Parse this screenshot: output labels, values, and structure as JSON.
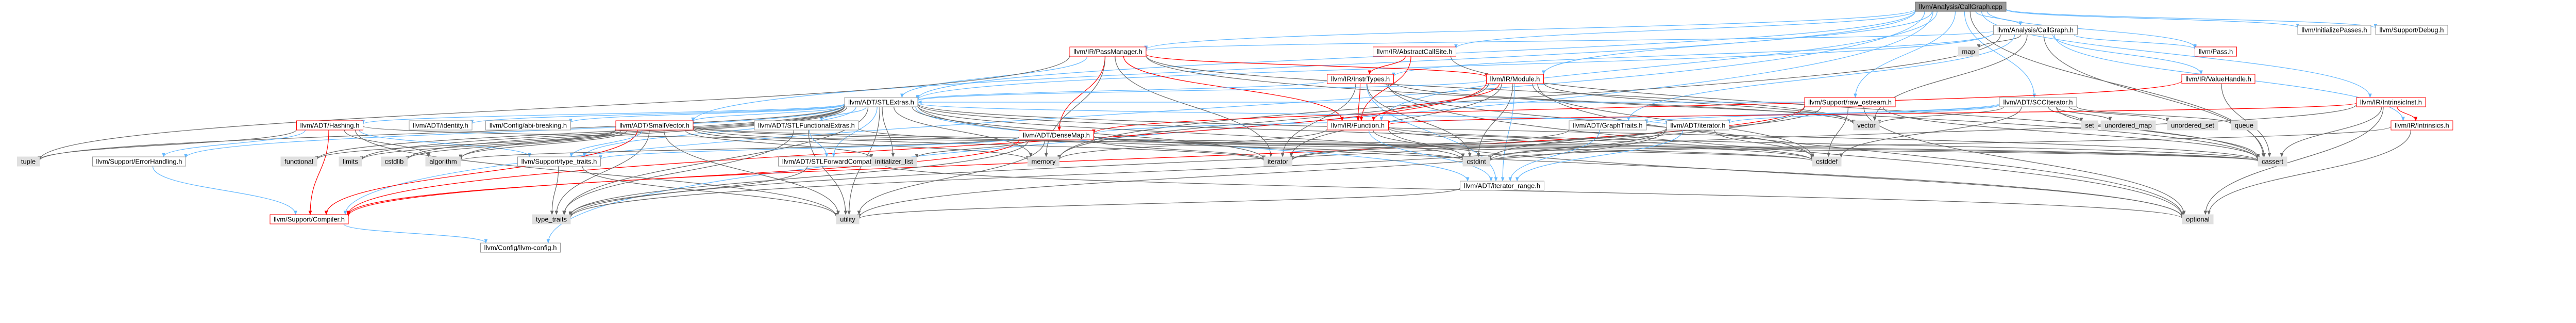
{
  "colors": {
    "root_fill": "#999999",
    "default_fill": "#ffffff",
    "default_stroke": "#999999",
    "red_text": "#ff0000",
    "gray_fill": "#e0e0e0",
    "edge_default": "#63b8ff",
    "edge_red": "#ff0000",
    "edge_gray": "#666666"
  },
  "nodes": [
    {
      "id": "root",
      "label": "llvm/Analysis/CallGraph.cpp",
      "style": "root"
    },
    {
      "id": "cg_h",
      "label": "llvm/Analysis/CallGraph.h",
      "style": "default"
    },
    {
      "id": "init_passes",
      "label": "llvm/InitializePasses.h",
      "style": "default"
    },
    {
      "id": "debug",
      "label": "llvm/Support/Debug.h",
      "style": "default"
    },
    {
      "id": "pass_h",
      "label": "llvm/Pass.h",
      "style": "red"
    },
    {
      "id": "pm",
      "label": "llvm/IR/PassManager.h",
      "style": "red"
    },
    {
      "id": "map",
      "label": "map",
      "style": "gray"
    },
    {
      "id": "abstract_cs",
      "label": "llvm/IR/AbstractCallSite.h",
      "style": "red"
    },
    {
      "id": "value_handle",
      "label": "llvm/IR/ValueHandle.h",
      "style": "red"
    },
    {
      "id": "intrinsic_inst",
      "label": "llvm/IR/IntrinsicInst.h",
      "style": "red"
    },
    {
      "id": "instr_types",
      "label": "llvm/IR/InstrTypes.h",
      "style": "red"
    },
    {
      "id": "module",
      "label": "llvm/IR/Module.h",
      "style": "red"
    },
    {
      "id": "raw_ostream",
      "label": "llvm/Support/raw_ostream.h",
      "style": "red"
    },
    {
      "id": "scc_iter",
      "label": "llvm/ADT/SCCIterator.h",
      "style": "default"
    },
    {
      "id": "stl_extras",
      "label": "llvm/ADT/STLExtras.h",
      "style": "default"
    },
    {
      "id": "intrinsics",
      "label": "llvm/IR/Intrinsics.h",
      "style": "red"
    },
    {
      "id": "hashing",
      "label": "llvm/ADT/Hashing.h",
      "style": "red"
    },
    {
      "id": "identity",
      "label": "llvm/ADT/identity.h",
      "style": "default"
    },
    {
      "id": "cfg_breaking",
      "label": "llvm/Config/abi-breaking.h",
      "style": "default"
    },
    {
      "id": "small_vector",
      "label": "llvm/ADT/SmallVector.h",
      "style": "red"
    },
    {
      "id": "stl_functional",
      "label": "llvm/ADT/STLFunctionalExtras.h",
      "style": "default"
    },
    {
      "id": "dense_map",
      "label": "llvm/ADT/DenseMap.h",
      "style": "red"
    },
    {
      "id": "function",
      "label": "llvm/IR/Function.h",
      "style": "red"
    },
    {
      "id": "graph_traits",
      "label": "llvm/ADT/GraphTraits.h",
      "style": "default"
    },
    {
      "id": "adt_iterator",
      "label": "llvm/ADT/iterator.h",
      "style": "default"
    },
    {
      "id": "vector",
      "label": "vector",
      "style": "gray"
    },
    {
      "id": "set",
      "label": "set",
      "style": "gray"
    },
    {
      "id": "unordered_map",
      "label": "unordered_map",
      "style": "gray"
    },
    {
      "id": "unordered_set",
      "label": "unordered_set",
      "style": "gray"
    },
    {
      "id": "queue",
      "label": "queue",
      "style": "gray"
    },
    {
      "id": "tuple",
      "label": "tuple",
      "style": "gray"
    },
    {
      "id": "error_handling",
      "label": "llvm/Support/ErrorHandling.h",
      "style": "default"
    },
    {
      "id": "functional",
      "label": "functional",
      "style": "gray"
    },
    {
      "id": "limits",
      "label": "limits",
      "style": "gray"
    },
    {
      "id": "cstdlib",
      "label": "cstdlib",
      "style": "gray"
    },
    {
      "id": "algorithm",
      "label": "algorithm",
      "style": "gray"
    },
    {
      "id": "type_traits_h",
      "label": "llvm/Support/type_traits.h",
      "style": "default"
    },
    {
      "id": "stl_forward",
      "label": "llvm/ADT/STLForwardCompat.h",
      "style": "default"
    },
    {
      "id": "init_list",
      "label": "initializer_list",
      "style": "gray"
    },
    {
      "id": "memory",
      "label": "memory",
      "style": "gray"
    },
    {
      "id": "iterator",
      "label": "iterator",
      "style": "gray"
    },
    {
      "id": "cstdint",
      "label": "cstdint",
      "style": "gray"
    },
    {
      "id": "iter_range",
      "label": "llvm/ADT/iterator_range.h",
      "style": "default"
    },
    {
      "id": "cstddef",
      "label": "cstddef",
      "style": "gray"
    },
    {
      "id": "cassert",
      "label": "cassert",
      "style": "gray"
    },
    {
      "id": "compiler",
      "label": "llvm/Support/Compiler.h",
      "style": "red"
    },
    {
      "id": "type_traits",
      "label": "type_traits",
      "style": "gray"
    },
    {
      "id": "utility",
      "label": "utility",
      "style": "gray"
    },
    {
      "id": "optional",
      "label": "optional",
      "style": "gray"
    },
    {
      "id": "llvm_config",
      "label": "llvm/Config/llvm-config.h",
      "style": "default"
    }
  ],
  "edges": [
    [
      "root",
      "cg_h"
    ],
    [
      "root",
      "init_passes"
    ],
    [
      "root",
      "debug"
    ],
    [
      "root",
      "pass_h"
    ],
    [
      "root",
      "pm"
    ],
    [
      "root",
      "abstract_cs"
    ],
    [
      "root",
      "module"
    ],
    [
      "root",
      "function"
    ],
    [
      "root",
      "intrinsic_inst"
    ],
    [
      "root",
      "raw_ostream"
    ],
    [
      "root",
      "scc_iter"
    ],
    [
      "root",
      "stl_extras"
    ],
    [
      "root",
      "small_vector"
    ],
    [
      "root",
      "compiler"
    ],
    [
      "root",
      "llvm_config"
    ],
    [
      "root",
      "cassert"
    ],
    [
      "cg_h",
      "pm"
    ],
    [
      "cg_h",
      "map"
    ],
    [
      "cg_h",
      "pass_h"
    ],
    [
      "cg_h",
      "value_handle"
    ],
    [
      "cg_h",
      "intrinsics"
    ],
    [
      "cg_h",
      "memory"
    ],
    [
      "cg_h",
      "vector"
    ],
    [
      "cg_h",
      "cassert"
    ],
    [
      "cg_h",
      "instr_types"
    ],
    [
      "cg_h",
      "graph_traits"
    ],
    [
      "cg_h",
      "stl_extras"
    ],
    [
      "pm",
      "stl_extras"
    ],
    [
      "pm",
      "dense_map"
    ],
    [
      "pm",
      "tuple"
    ],
    [
      "pm",
      "module"
    ],
    [
      "pm",
      "function"
    ],
    [
      "pm",
      "iterator"
    ],
    [
      "pm",
      "memory"
    ],
    [
      "pm",
      "vector"
    ],
    [
      "pm",
      "cassert"
    ],
    [
      "pm",
      "cstring_dummy"
    ],
    [
      "abstract_cs",
      "instr_types"
    ],
    [
      "abstract_cs",
      "function"
    ],
    [
      "abstract_cs",
      "cassert"
    ],
    [
      "instr_types",
      "stl_extras"
    ],
    [
      "instr_types",
      "function"
    ],
    [
      "instr_types",
      "iterator"
    ],
    [
      "instr_types",
      "cstddef"
    ],
    [
      "instr_types",
      "cstdint"
    ],
    [
      "instr_types",
      "optional"
    ],
    [
      "instr_types",
      "vector"
    ],
    [
      "instr_types",
      "iter_range"
    ],
    [
      "module",
      "stl_extras"
    ],
    [
      "module",
      "function"
    ],
    [
      "module",
      "iter_range"
    ],
    [
      "module",
      "cstddef"
    ],
    [
      "module",
      "cstdint"
    ],
    [
      "module",
      "iterator"
    ],
    [
      "module",
      "memory"
    ],
    [
      "module",
      "optional"
    ],
    [
      "module",
      "vector"
    ],
    [
      "module",
      "compiler"
    ],
    [
      "raw_ostream",
      "stl_extras"
    ],
    [
      "raw_ostream",
      "compiler"
    ],
    [
      "raw_ostream",
      "cassert"
    ],
    [
      "raw_ostream",
      "cstddef"
    ],
    [
      "raw_ostream",
      "cstdint"
    ],
    [
      "raw_ostream",
      "optional"
    ],
    [
      "raw_ostream",
      "type_traits"
    ],
    [
      "scc_iter",
      "graph_traits"
    ],
    [
      "scc_iter",
      "adt_iterator"
    ],
    [
      "scc_iter",
      "cassert"
    ],
    [
      "scc_iter",
      "cstddef"
    ],
    [
      "scc_iter",
      "set"
    ],
    [
      "scc_iter",
      "unordered_map"
    ],
    [
      "scc_iter",
      "unordered_set"
    ],
    [
      "scc_iter",
      "queue"
    ],
    [
      "scc_iter",
      "vector"
    ],
    [
      "scc_iter",
      "dense_map"
    ],
    [
      "value_handle",
      "cassert"
    ],
    [
      "value_handle",
      "dense_map"
    ],
    [
      "intrinsic_inst",
      "intrinsics"
    ],
    [
      "intrinsic_inst",
      "function"
    ],
    [
      "intrinsic_inst",
      "cassert"
    ],
    [
      "intrinsic_inst",
      "cstdint"
    ],
    [
      "intrinsic_inst",
      "optional"
    ],
    [
      "intrinsics",
      "optional"
    ],
    [
      "intrinsics",
      "cstdint"
    ],
    [
      "stl_extras",
      "hashing"
    ],
    [
      "stl_extras",
      "identity"
    ],
    [
      "stl_extras",
      "cfg_breaking"
    ],
    [
      "stl_extras",
      "small_vector"
    ],
    [
      "stl_extras",
      "stl_functional"
    ],
    [
      "stl_extras",
      "stl_forward"
    ],
    [
      "stl_extras",
      "adt_iterator"
    ],
    [
      "stl_extras",
      "iter_range"
    ],
    [
      "stl_extras",
      "error_handling"
    ],
    [
      "stl_extras",
      "algorithm"
    ],
    [
      "stl_extras",
      "cassert"
    ],
    [
      "stl_extras",
      "cstddef"
    ],
    [
      "stl_extras",
      "cstdint"
    ],
    [
      "stl_extras",
      "cstdlib"
    ],
    [
      "stl_extras",
      "functional"
    ],
    [
      "stl_extras",
      "init_list"
    ],
    [
      "stl_extras",
      "iterator"
    ],
    [
      "stl_extras",
      "limits"
    ],
    [
      "stl_extras",
      "memory"
    ],
    [
      "stl_extras",
      "optional"
    ],
    [
      "stl_extras",
      "tuple"
    ],
    [
      "stl_extras",
      "type_traits"
    ],
    [
      "stl_extras",
      "utility"
    ],
    [
      "stl_extras",
      "type_traits_h"
    ],
    [
      "hashing",
      "error_handling"
    ],
    [
      "hashing",
      "type_traits_h"
    ],
    [
      "hashing",
      "algorithm"
    ],
    [
      "hashing",
      "cassert"
    ],
    [
      "hashing",
      "cstring_dummy2"
    ],
    [
      "hashing",
      "tuple"
    ],
    [
      "hashing",
      "utility"
    ],
    [
      "hashing",
      "compiler"
    ],
    [
      "small_vector",
      "compiler"
    ],
    [
      "small_vector",
      "type_traits_h"
    ],
    [
      "small_vector",
      "algorithm"
    ],
    [
      "small_vector",
      "cassert"
    ],
    [
      "small_vector",
      "cstddef"
    ],
    [
      "small_vector",
      "cstdlib"
    ],
    [
      "small_vector",
      "functional"
    ],
    [
      "small_vector",
      "init_list"
    ],
    [
      "small_vector",
      "iterator"
    ],
    [
      "small_vector",
      "limits"
    ],
    [
      "small_vector",
      "memory"
    ],
    [
      "small_vector",
      "type_traits"
    ],
    [
      "small_vector",
      "utility"
    ],
    [
      "stl_functional",
      "stl_forward"
    ],
    [
      "stl_functional",
      "type_traits"
    ],
    [
      "stl_functional",
      "utility"
    ],
    [
      "stl_functional",
      "cstdint"
    ],
    [
      "stl_forward",
      "optional"
    ],
    [
      "stl_forward",
      "type_traits"
    ],
    [
      "dense_map",
      "compiler"
    ],
    [
      "dense_map",
      "type_traits_h"
    ],
    [
      "dense_map",
      "algorithm"
    ],
    [
      "dense_map",
      "cassert"
    ],
    [
      "dense_map",
      "cstddef"
    ],
    [
      "dense_map",
      "init_list"
    ],
    [
      "dense_map",
      "iterator"
    ],
    [
      "dense_map",
      "new_dummy"
    ],
    [
      "dense_map",
      "type_traits"
    ],
    [
      "dense_map",
      "utility"
    ],
    [
      "function",
      "iter_range"
    ],
    [
      "function",
      "cstddef"
    ],
    [
      "function",
      "cstdint"
    ],
    [
      "function",
      "memory"
    ],
    [
      "function",
      "optional"
    ],
    [
      "function",
      "cassert"
    ],
    [
      "graph_traits",
      "iter_range"
    ],
    [
      "graph_traits",
      "iterator"
    ],
    [
      "adt_iterator",
      "iter_range"
    ],
    [
      "adt_iterator",
      "cstddef"
    ],
    [
      "adt_iterator",
      "iterator"
    ],
    [
      "adt_iterator",
      "type_traits"
    ],
    [
      "adt_iterator",
      "utility"
    ],
    [
      "iter_range",
      "utility"
    ],
    [
      "type_traits_h",
      "type_traits"
    ],
    [
      "type_traits_h",
      "utility"
    ],
    [
      "error_handling",
      "compiler"
    ],
    [
      "compiler",
      "llvm_config"
    ]
  ]
}
